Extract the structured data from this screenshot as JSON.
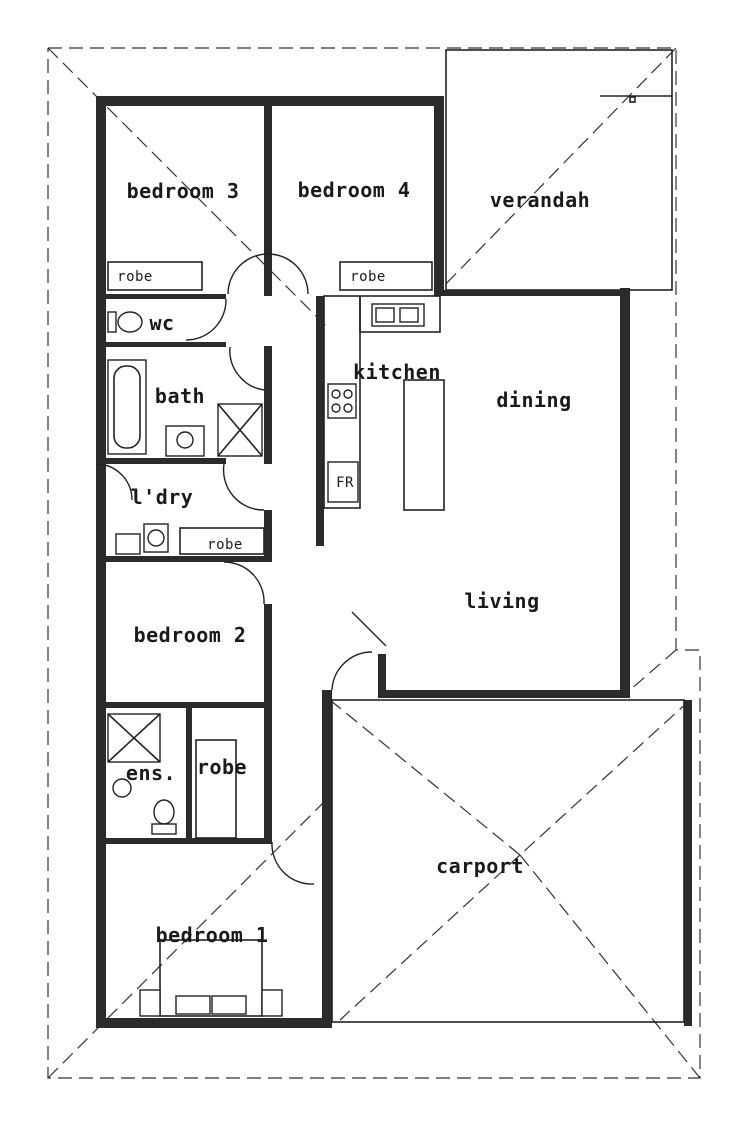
{
  "plan": {
    "rooms": {
      "bedroom3": "bedroom 3",
      "bedroom4": "bedroom 4",
      "verandah": "verandah",
      "robe_b3": "robe",
      "robe_b4": "robe",
      "wc": "wc",
      "kitchen": "kitchen",
      "dining": "dining",
      "bath": "bath",
      "laundry": "l'dry",
      "robe_laundry": "robe",
      "fridge": "FR",
      "living": "living",
      "bedroom2": "bedroom 2",
      "ensuite": "ens.",
      "robe_master": "robe",
      "carport": "carport",
      "bedroom1": "bedroom 1"
    }
  }
}
